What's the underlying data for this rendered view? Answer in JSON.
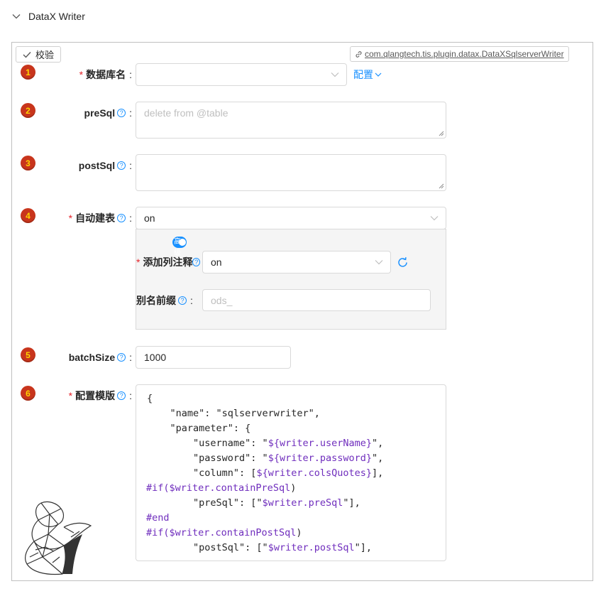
{
  "section": {
    "title": "DataX Writer"
  },
  "toolbar": {
    "verify_label": "校验",
    "plugin_impl": "com.qlangtech.tis.plugin.datax.DataXSqlserverWriter"
  },
  "steps": [
    "1",
    "2",
    "3",
    "4",
    "5",
    "6"
  ],
  "fields": {
    "dbName": {
      "label": "数据库名",
      "required": true,
      "value": "",
      "action_label": "配置"
    },
    "preSql": {
      "label": "preSql",
      "placeholder": "delete from @table",
      "value": ""
    },
    "postSql": {
      "label": "postSql",
      "value": ""
    },
    "autoCreateTable": {
      "label": "自动建表",
      "required": true,
      "value": "on"
    },
    "advanced": {
      "switch_label": "高级",
      "addComment": {
        "label": "添加列注释",
        "required": true,
        "value": "on"
      },
      "aliasPrefix": {
        "label": "别名前缀",
        "placeholder": "ods_",
        "value": ""
      }
    },
    "batchSize": {
      "label": "batchSize",
      "value": "1000"
    },
    "template": {
      "label": "配置模版",
      "required": true,
      "lines": [
        [
          {
            "t": "{",
            "c": ""
          }
        ],
        [
          {
            "t": "    \"name\": \"sqlserverwriter\",",
            "c": ""
          }
        ],
        [
          {
            "t": "    \"parameter\": {",
            "c": ""
          }
        ],
        [
          {
            "t": "        \"username\": \"",
            "c": ""
          },
          {
            "t": "${writer.userName}",
            "c": "var"
          },
          {
            "t": "\",",
            "c": ""
          }
        ],
        [
          {
            "t": "        \"password\": \"",
            "c": ""
          },
          {
            "t": "${writer.password}",
            "c": "var"
          },
          {
            "t": "\",",
            "c": ""
          }
        ],
        [
          {
            "t": "        \"column\": [",
            "c": ""
          },
          {
            "t": "${writer.colsQuotes}",
            "c": "var"
          },
          {
            "t": "],",
            "c": ""
          }
        ],
        [
          {
            "t": "#if(",
            "c": "var"
          },
          {
            "t": "$writer.containPreSql",
            "c": "var"
          },
          {
            "t": ")",
            "c": ""
          }
        ],
        [
          {
            "t": "        \"preSql\": [\"",
            "c": ""
          },
          {
            "t": "$writer.preSql",
            "c": "var"
          },
          {
            "t": "\"],",
            "c": ""
          }
        ],
        [
          {
            "t": "#end",
            "c": "var"
          }
        ],
        [
          {
            "t": "#if(",
            "c": "var"
          },
          {
            "t": "$writer.containPostSql",
            "c": "var"
          },
          {
            "t": ")",
            "c": ""
          }
        ],
        [
          {
            "t": "        \"postSql\": [\"",
            "c": ""
          },
          {
            "t": "$writer.postSql",
            "c": "var"
          },
          {
            "t": "\"],",
            "c": ""
          }
        ]
      ]
    }
  },
  "colors": {
    "accent": "#1890ff",
    "required": "#e5242b",
    "step_bg": "#c8351c",
    "step_fg": "#ffd400",
    "code_var": "#6f2dbd"
  }
}
